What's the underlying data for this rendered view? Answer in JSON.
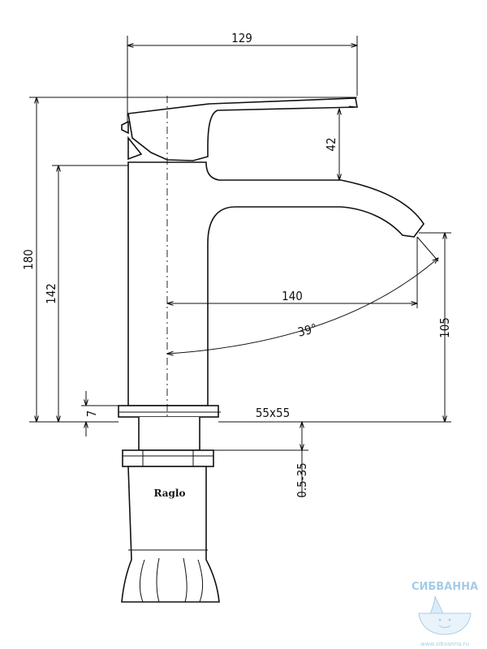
{
  "dimensions": {
    "top_width": "129",
    "total_height": "180",
    "body_height": "142",
    "handle_height": "42",
    "spout_reach": "140",
    "spout_angle": "39°",
    "spout_height": "105",
    "base_thickness": "7",
    "base_size": "55x55",
    "mount_range": "0.5-35"
  },
  "brand_mark": "Raglo",
  "watermark": {
    "name": "СИБВАННА",
    "url": "www.sibvanna.ru"
  },
  "colors": {
    "line": "#111111",
    "watermark": "#9cc7e4"
  }
}
